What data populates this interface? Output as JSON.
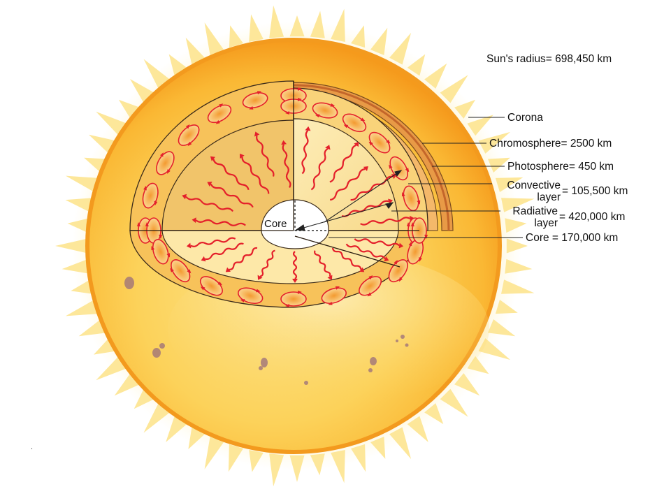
{
  "colors": {
    "background": "#ffffff",
    "glow": "#fde48a",
    "corona_rim": "#f5a21d",
    "photosphere_fill": "#fbc630",
    "radiative_fill": "#fbe39a",
    "radiative_shaded": "#f1c46a",
    "convection_cell": "#f6a23c",
    "arrow_red": "#e4202b",
    "sunspot": "#9a6e7c",
    "core_fill": "#ffffff"
  },
  "labels": {
    "sun_radius": "Sun's radius= 698,450 km",
    "corona": "Corona",
    "chromosphere": "Chromosphere= 2500 km",
    "photosphere": "Photosphere= 450 km",
    "convective_line1": "Convective",
    "convective_line2": "layer",
    "convective_value": "= 105,500 km",
    "radiative_line1": "Radiative",
    "radiative_line2": "layer",
    "radiative_value": "= 420,000 km",
    "core_value": "Core = 170,000 km",
    "core_inside": "Core",
    "stray_mark": "."
  },
  "icons": [
    "convection-cell-icon",
    "radiation-wave-arrow-icon",
    "sunspot-icon"
  ]
}
